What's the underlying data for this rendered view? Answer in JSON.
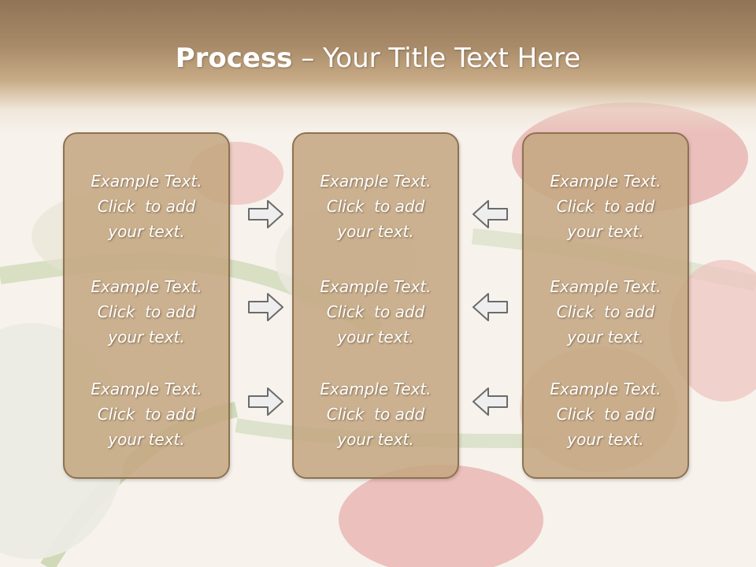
{
  "slide": {
    "title_strong": "Process",
    "title_rest": " – Your Title Text Here"
  },
  "panels": [
    {
      "blocks": [
        {
          "line1": "Example Text.",
          "line2": "Click  to add",
          "line3": "your text."
        },
        {
          "line1": "Example Text.",
          "line2": "Click  to add",
          "line3": "your text."
        },
        {
          "line1": "Example Text.",
          "line2": "Click  to add",
          "line3": "your text."
        }
      ]
    },
    {
      "blocks": [
        {
          "line1": "Example Text.",
          "line2": "Click  to add",
          "line3": "your text."
        },
        {
          "line1": "Example Text.",
          "line2": "Click  to add",
          "line3": "your text."
        },
        {
          "line1": "Example Text.",
          "line2": "Click  to add",
          "line3": "your text."
        }
      ]
    },
    {
      "blocks": [
        {
          "line1": "Example Text.",
          "line2": "Click  to add",
          "line3": "your text."
        },
        {
          "line1": "Example Text.",
          "line2": "Click  to add",
          "line3": "your text."
        },
        {
          "line1": "Example Text.",
          "line2": "Click  to add",
          "line3": "your text."
        }
      ]
    }
  ],
  "arrows": {
    "left_column": "right-arrow-icon",
    "right_column": "left-arrow-icon"
  },
  "colors": {
    "panel_fill": "#c4a780",
    "panel_border": "#8e7250",
    "title_bar": "#a98b69",
    "text": "#ffffff"
  }
}
